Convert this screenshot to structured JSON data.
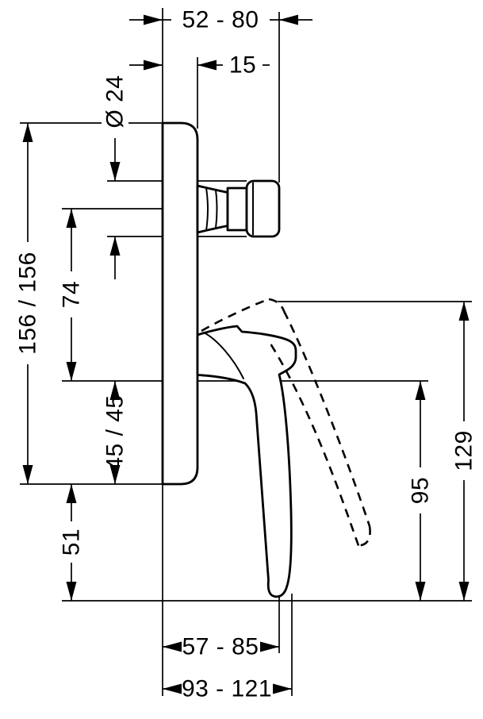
{
  "colors": {
    "background": "#ffffff",
    "line": "#000000"
  },
  "diagram": {
    "dimensions": {
      "top_offset": {
        "label": "52 - 80"
      },
      "plate_depth": {
        "label": "15"
      },
      "spindle_diameter": {
        "label": "Ø 24"
      },
      "plate_height": {
        "label": "156 / 156"
      },
      "spindle_to_pivot": {
        "label": "74"
      },
      "pivot_to_plate_edge": {
        "label": "45 / 45"
      },
      "plate_to_baseline": {
        "label": "51"
      },
      "raised_handle_height": {
        "label": "129"
      },
      "pivot_height": {
        "label": "95"
      },
      "wall_to_handle": {
        "label": "57 - 85"
      },
      "wall_to_handle_tip": {
        "label": "93 - 121"
      }
    }
  }
}
